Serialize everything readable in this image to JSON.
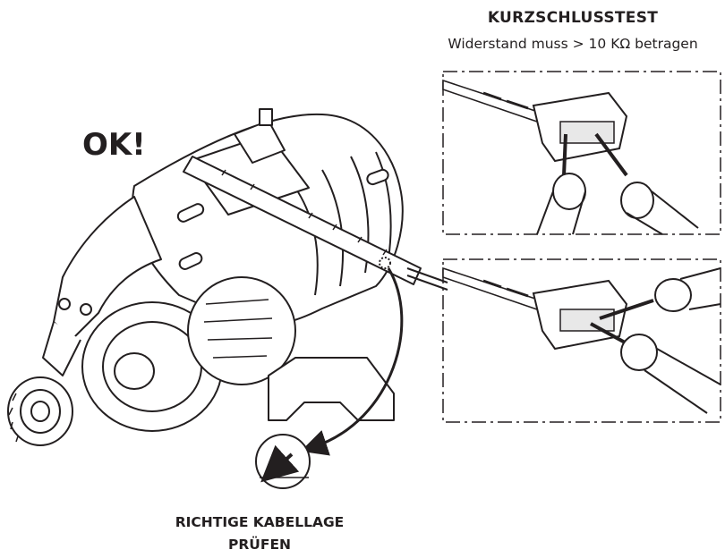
{
  "test": {
    "title": "KURZSCHLUSSTEST",
    "subtitle": "Widerstand muss > 10 KΩ betragen"
  },
  "status": {
    "ok_label": "OK!"
  },
  "check": {
    "line1": "RICHTIGE KABELLAGE",
    "line2": "PRÜFEN"
  },
  "colors": {
    "ink": "#231f20",
    "background": "#ffffff"
  }
}
